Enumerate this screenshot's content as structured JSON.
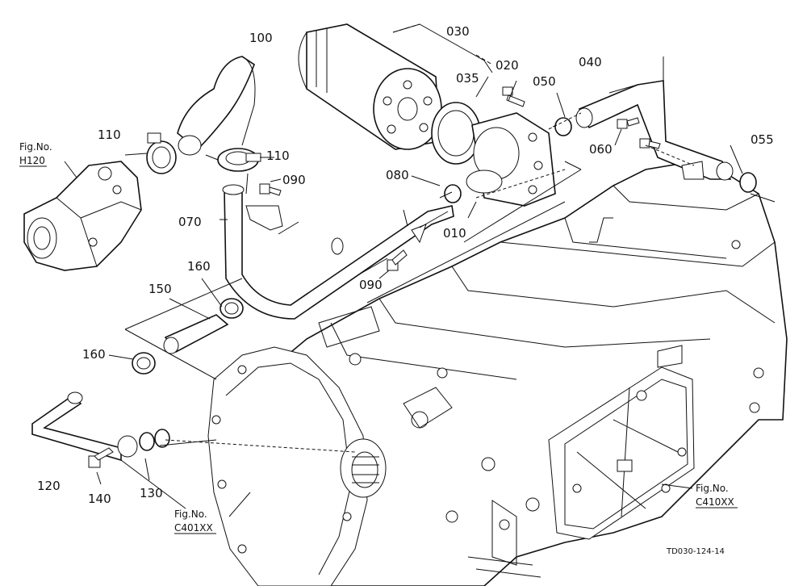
{
  "diagram": {
    "drawing_code": "TD030-124-14",
    "part_labels": {
      "p100": "100",
      "p030": "030",
      "p020": "020",
      "p040": "040",
      "p035": "035",
      "p050": "050",
      "p110a": "110",
      "p110b": "110",
      "p090a": "090",
      "p080": "080",
      "p060": "060",
      "p055": "055",
      "p070": "070",
      "p010": "010",
      "p160a": "160",
      "p090b": "090",
      "p150": "150",
      "p160b": "160",
      "p120": "120",
      "p140": "140",
      "p130": "130"
    },
    "figure_refs": {
      "h120": {
        "prefix": "Fig.No.",
        "code": "H120"
      },
      "c401": {
        "prefix": "Fig.No.",
        "code": "C401XX"
      },
      "c410": {
        "prefix": "Fig.No.",
        "code": "C410XX"
      }
    }
  }
}
